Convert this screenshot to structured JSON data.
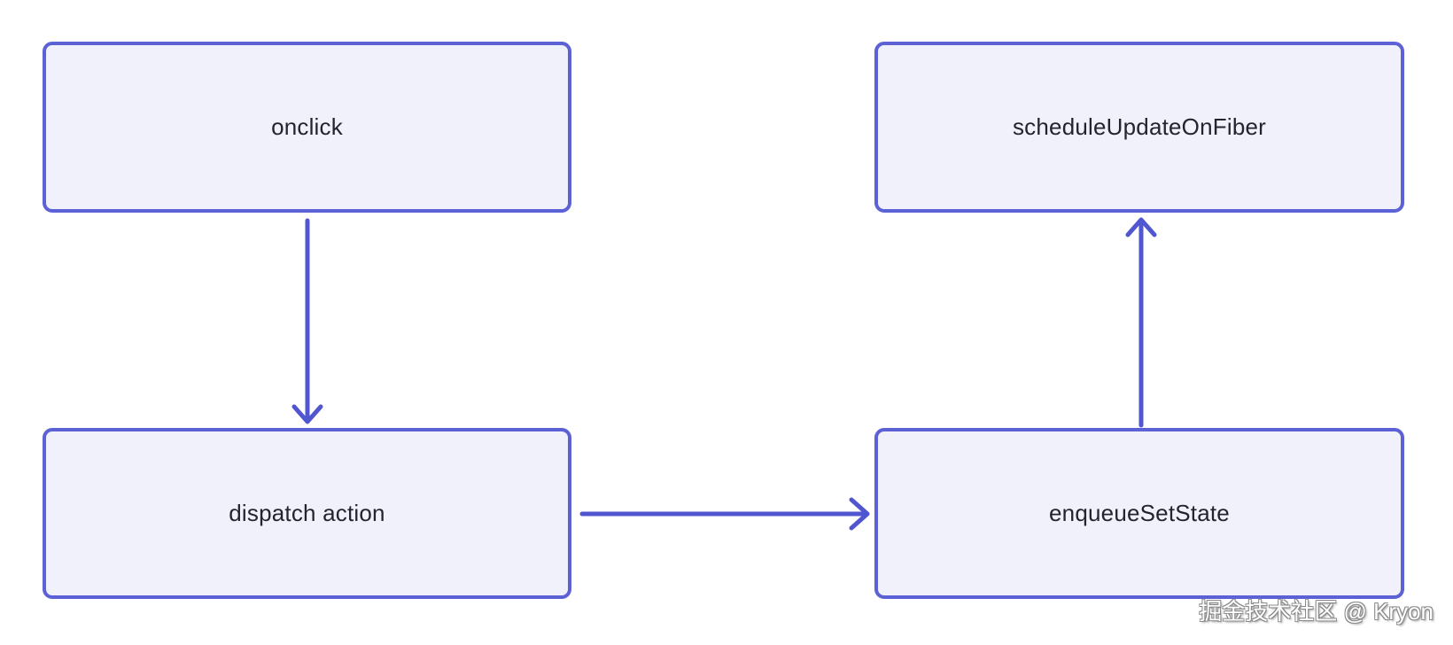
{
  "colors": {
    "node-fill": "#f1f1fb",
    "node-border": "#5c61d5",
    "arrow": "#5056d0",
    "text": "#23252e",
    "background": "#ffffff",
    "watermark-fill": "#ffffff",
    "watermark-outline": "#8a8a8a"
  },
  "diagram": {
    "type": "flowchart",
    "nodes": [
      {
        "id": "onclick",
        "label": "onclick"
      },
      {
        "id": "scheduleUpdateOnFiber",
        "label": "scheduleUpdateOnFiber"
      },
      {
        "id": "dispatch-action",
        "label": "dispatch action"
      },
      {
        "id": "enqueueSetState",
        "label": "enqueueSetState"
      }
    ],
    "edges": [
      {
        "from": "onclick",
        "to": "dispatch action",
        "direction": "down"
      },
      {
        "from": "dispatch action",
        "to": "enqueueSetState",
        "direction": "right"
      },
      {
        "from": "enqueueSetState",
        "to": "scheduleUpdateOnFiber",
        "direction": "up"
      }
    ]
  },
  "watermark": {
    "text": "掘金技术社区 @ Kryon"
  }
}
